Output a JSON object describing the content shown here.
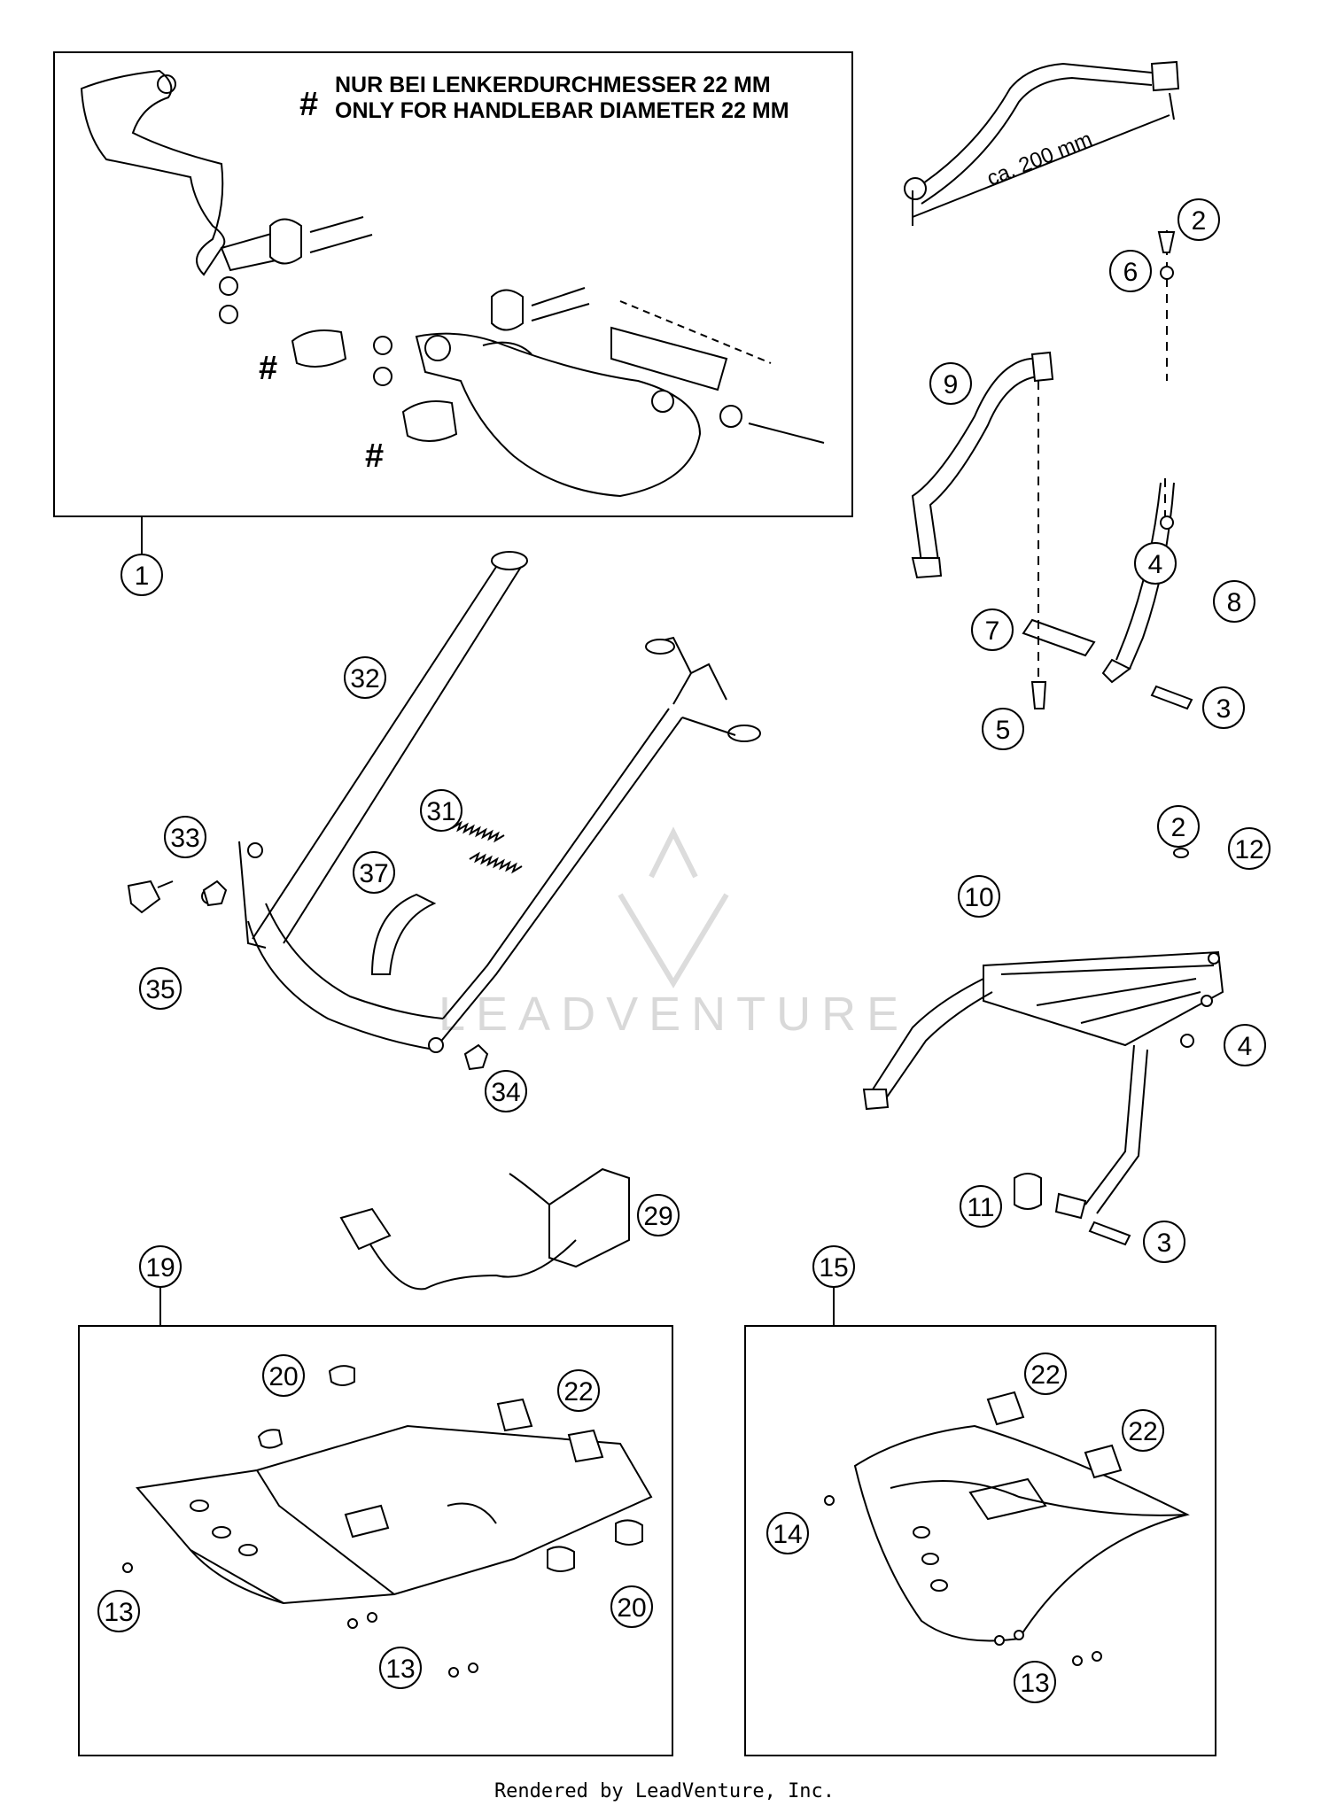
{
  "note": {
    "hash": "#",
    "line_de": "NUR BEI LENKERDURCHMESSER 22 MM",
    "line_en": "ONLY FOR HANDLEBAR DIAMETER 22 MM"
  },
  "hash_marks": [
    "#",
    "#"
  ],
  "dimension": "ca. 200 mm",
  "watermark": "LEADVENTURE",
  "footer": "Rendered by LeadVenture, Inc.",
  "callouts": [
    "1",
    "2",
    "6",
    "9",
    "4",
    "8",
    "7",
    "3",
    "5",
    "32",
    "31",
    "33",
    "37",
    "35",
    "34",
    "2",
    "12",
    "10",
    "4",
    "29",
    "11",
    "3",
    "19",
    "15",
    "20",
    "22",
    "22",
    "22",
    "14",
    "13",
    "20",
    "13",
    "13"
  ]
}
